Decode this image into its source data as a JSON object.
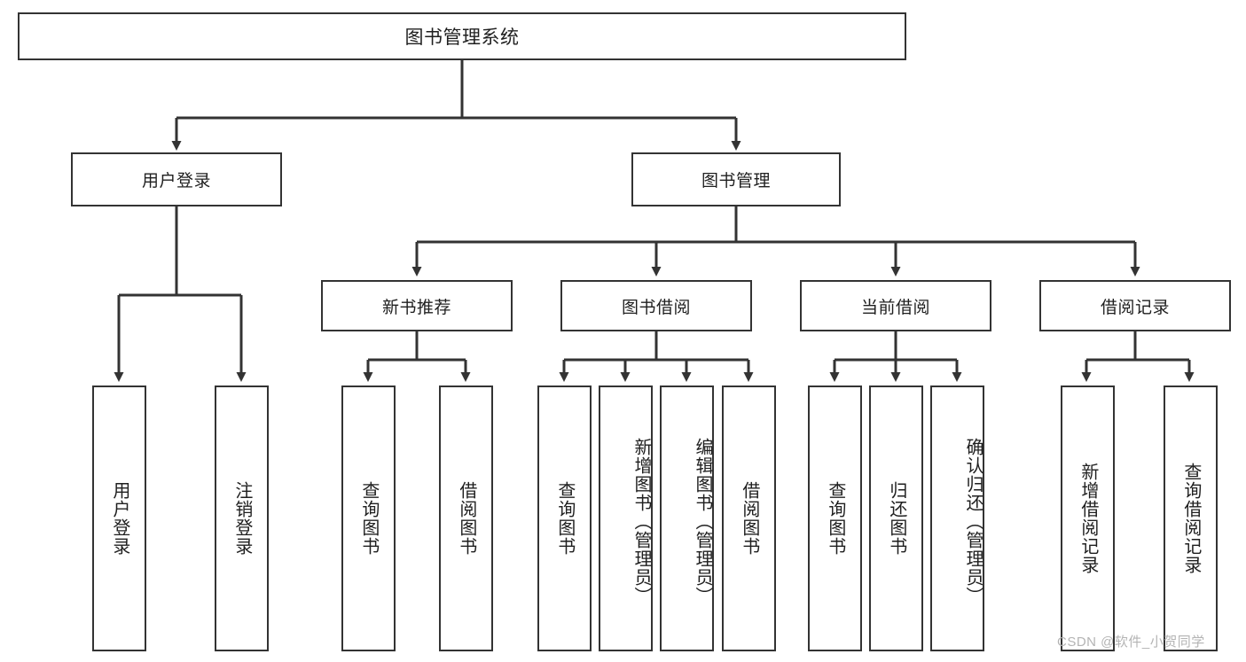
{
  "diagram": {
    "title": "图书管理系统",
    "type": "tree-hierarchy-chart",
    "root": {
      "label": "图书管理系统"
    },
    "level2": [
      {
        "label": "用户登录"
      },
      {
        "label": "图书管理"
      }
    ],
    "level3": [
      {
        "label": "新书推荐"
      },
      {
        "label": "图书借阅"
      },
      {
        "label": "当前借阅"
      },
      {
        "label": "借阅记录"
      }
    ],
    "leaves": [
      {
        "label": "用户登录",
        "parent": "用户登录",
        "long": false
      },
      {
        "label": "注销登录",
        "parent": "用户登录",
        "long": false
      },
      {
        "label": "查询图书",
        "parent": "新书推荐",
        "long": false
      },
      {
        "label": "借阅图书",
        "parent": "新书推荐",
        "long": false
      },
      {
        "label": "查询图书",
        "parent": "图书借阅",
        "long": false
      },
      {
        "label": "新增图书（管理员）",
        "parent": "图书借阅",
        "long": true
      },
      {
        "label": "编辑图书（管理员）",
        "parent": "图书借阅",
        "long": true
      },
      {
        "label": "借阅图书",
        "parent": "图书借阅",
        "long": false
      },
      {
        "label": "查询图书",
        "parent": "当前借阅",
        "long": false
      },
      {
        "label": "归还图书",
        "parent": "当前借阅",
        "long": false
      },
      {
        "label": "确认归还（管理员）",
        "parent": "当前借阅",
        "long": true
      },
      {
        "label": "新增借阅记录",
        "parent": "借阅记录",
        "long": false
      },
      {
        "label": "查询借阅记录",
        "parent": "借阅记录",
        "long": false
      }
    ],
    "colors": {
      "background": "#ffffff",
      "box_border": "#333333",
      "box_fill": "#ffffff",
      "connector": "#333333",
      "text": "#1f1f1f",
      "watermark": "#b4b4b4"
    }
  },
  "watermark": {
    "text": "CSDN @软件_小贺同学"
  }
}
